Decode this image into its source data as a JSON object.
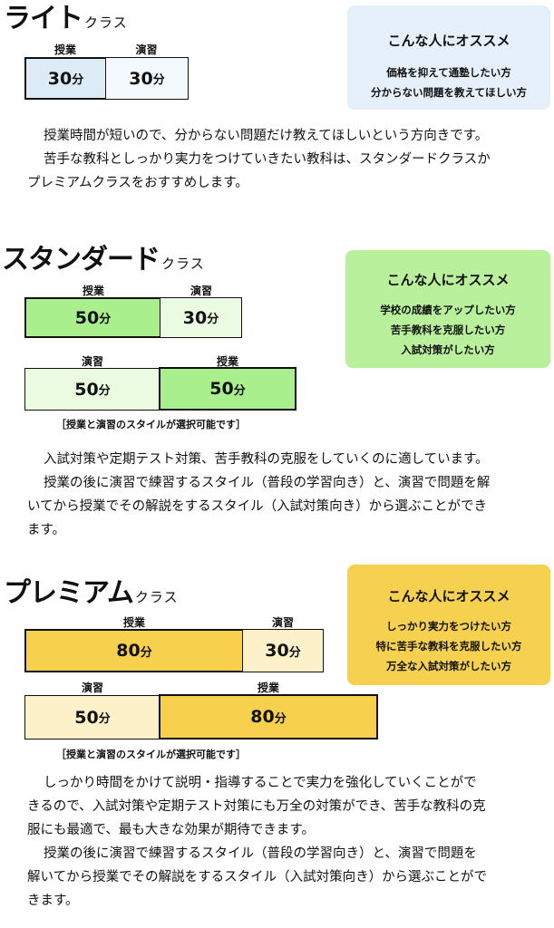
{
  "colors": {
    "light_lecture": "#ddebf7",
    "light_practice": "#f4f9fd",
    "light_card": "#e5f0fa",
    "standard_lecture": "#a9ef8e",
    "standard_practice": "#eafbe2",
    "standard_card": "#b8f09c",
    "premium_lecture": "#f7d14d",
    "premium_practice": "#fcf1c8",
    "premium_card": "#f6d14f"
  },
  "light": {
    "title": "ライト",
    "suffix": "クラス",
    "bar": {
      "lecture_label": "授業",
      "practice_label": "演習",
      "lecture_value": "30",
      "practice_value": "30",
      "unit": "分"
    },
    "card": {
      "heading": "こんな人にオススメ",
      "line1": "価格を抑えて通塾したい方",
      "line2": "分からない問題を教えてほしい方"
    },
    "para": [
      "授業時間が短いので、分からない問題だけ教えてほしいという方向きです。",
      "苦手な教科としっかり実力をつけていきたい教科は、スタンダードクラスか",
      "プレミアムクラスをおすすめします。"
    ]
  },
  "standard": {
    "title": "スタンダード",
    "suffix": "クラス",
    "bar1": {
      "lecture_label": "授業",
      "practice_label": "演習",
      "lecture_value": "50",
      "practice_value": "30",
      "unit": "分"
    },
    "bar2": {
      "practice_label": "演習",
      "lecture_label": "授業",
      "practice_value": "50",
      "lecture_value": "50",
      "unit": "分"
    },
    "note": "［授業と演習のスタイルが選択可能です］",
    "card": {
      "heading": "こんな人にオススメ",
      "line1": "学校の成績をアップしたい方",
      "line2": "苦手教科を克服したい方",
      "line3": "入試対策がしたい方"
    },
    "para": [
      "入試対策や定期テスト対策、苦手教科の克服をしていくのに適しています。",
      "授業の後に演習で練習するスタイル（普段の学習向き）と、演習で問題を解",
      "いてから授業でその解説をするスタイル（入試対策向き）から選ぶことができ",
      "ます。"
    ]
  },
  "premium": {
    "title": "プレミアム",
    "suffix": "クラス",
    "bar1": {
      "lecture_label": "授業",
      "practice_label": "演習",
      "lecture_value": "80",
      "practice_value": "30",
      "unit": "分"
    },
    "bar2": {
      "practice_label": "演習",
      "lecture_label": "授業",
      "practice_value": "50",
      "lecture_value": "80",
      "unit": "分"
    },
    "note": "［授業と演習のスタイルが選択可能です］",
    "card": {
      "heading": "こんな人にオススメ",
      "line1": "しっかり実力をつけたい方",
      "line2": "特に苦手な教科を克服したい方",
      "line3": "万全な入試対策がしたい方"
    },
    "para": [
      "しっかり時間をかけて説明・指導することで実力を強化していくことがで",
      "きるので、入試対策や定期テスト対策にも万全の対策ができ、苦手な教科の克",
      "服にも最適で、最も大きな効果が期待できます。",
      "授業の後に演習で練習するスタイル（普段の学習向き）と、演習で問題を",
      "解いてから授業でその解説をするスタイル（入試対策向き）から選ぶことがで",
      "きます。"
    ]
  }
}
